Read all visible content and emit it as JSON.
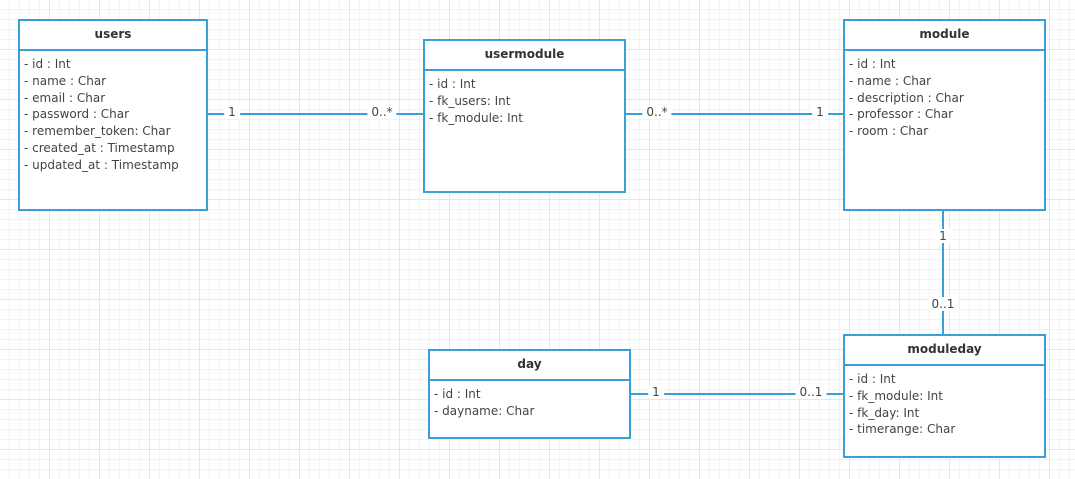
{
  "entities": {
    "users": {
      "title": "users",
      "fields": [
        "- id : Int",
        "- name : Char",
        "- email : Char",
        "- password : Char",
        "- remember_token: Char",
        "- created_at : Timestamp",
        "- updated_at : Timestamp"
      ]
    },
    "usermodule": {
      "title": "usermodule",
      "fields": [
        "- id : Int",
        "- fk_users: Int",
        "- fk_module: Int"
      ]
    },
    "module": {
      "title": "module",
      "fields": [
        "- id : Int",
        "- name : Char",
        "- description : Char",
        "- professor : Char",
        "- room : Char"
      ]
    },
    "day": {
      "title": "day",
      "fields": [
        "- id : Int",
        "- dayname: Char"
      ]
    },
    "moduleday": {
      "title": "moduleday",
      "fields": [
        "- id : Int",
        "- fk_module: Int",
        "- fk_day: Int",
        "- timerange: Char"
      ]
    }
  },
  "relations": {
    "users_usermodule": {
      "from": "users",
      "to": "usermodule",
      "from_mult": "1",
      "to_mult": "0..*"
    },
    "usermodule_module": {
      "from": "usermodule",
      "to": "module",
      "from_mult": "0..*",
      "to_mult": "1"
    },
    "module_moduleday": {
      "from": "module",
      "to": "moduleday",
      "from_mult": "1",
      "to_mult": "0..1"
    },
    "day_moduleday": {
      "from": "day",
      "to": "moduleday",
      "from_mult": "1",
      "to_mult": "0..1"
    }
  },
  "colors": {
    "entity_border": "#3a9fd6",
    "connector": "#3a9fd6",
    "grid": "#e6e6e6"
  }
}
